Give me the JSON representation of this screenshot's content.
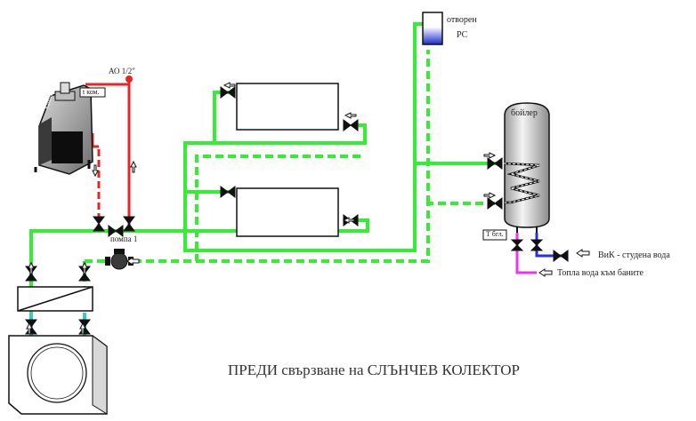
{
  "labels": {
    "valve_size": "АО 1/2\"",
    "t_chimney": "t ком.",
    "stove_text": "Камина с водна",
    "pump": "помпа 1",
    "tank_open_1": "отворен",
    "tank_open_2": "РС",
    "boiler": "бойлер",
    "t_boiler": "T бгл.",
    "cold_water": "ВиК - студена вода",
    "hot_water": "Топла вода към баните",
    "footer": "ПРЕДИ свързване на СЛЪНЧЕВ КОЛЕКТОР"
  },
  "colors": {
    "supply_pipe": "#33ee33",
    "return_pipe": "#33ee33",
    "safety_pipe": "#ee2222",
    "cold_water_pipe": "#2233dd",
    "hot_water_pipe": "#ee33ee",
    "tank_water": "#1a2ad0",
    "connector": "#33cccc"
  }
}
